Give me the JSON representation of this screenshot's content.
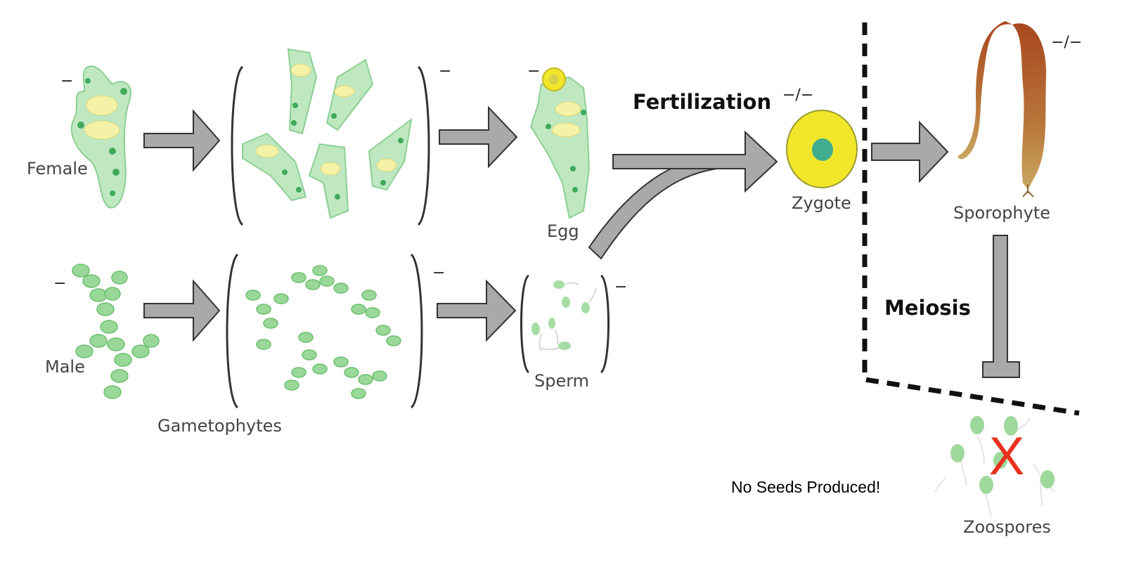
{
  "labels": {
    "female": "Female",
    "male": "Male",
    "gametophytes": "Gametophytes",
    "egg": "Egg",
    "sperm": "Sperm",
    "fertilization": "Fertilization",
    "zygote": "Zygote",
    "sporophyte": "Sporophyte",
    "meiosis": "Meiosis",
    "zoospores": "Zoospores",
    "no_seeds": "No Seeds Produced!"
  },
  "ploidy": {
    "haploid": "−",
    "diploid": "−/−"
  },
  "crossed_out": "X",
  "colors": {
    "gametophyte": "#bfe8c1",
    "egg_yellow": "#f2e62a",
    "zygote_nucleus": "#3fae8e",
    "arrow": "#a9a9a9",
    "cross": "#e8321e",
    "kelp": "#b0602a"
  }
}
